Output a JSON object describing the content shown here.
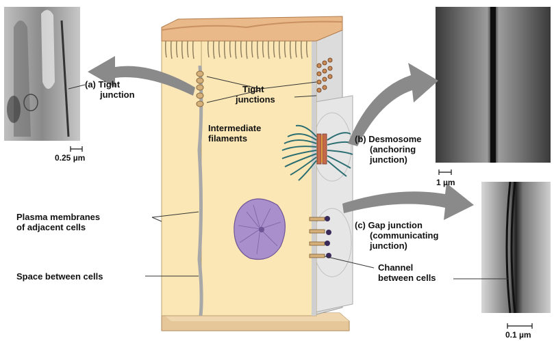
{
  "labels": {
    "tight_junction_micrograph": [
      "(a) Tight",
      "junction"
    ],
    "tight_junctions": [
      "Tight",
      "junctions"
    ],
    "intermediate_filaments": [
      "Intermediate",
      "filaments"
    ],
    "desmosome": [
      "(b) Desmosome",
      "(anchoring",
      "junction)"
    ],
    "gap_junction": [
      "(c) Gap junction",
      "(communicating",
      "junction)"
    ],
    "plasma_membranes": [
      "Plasma membranes",
      "of adjacent cells"
    ],
    "space_between_cells": "Space between cells",
    "channel_between_cells": [
      "Channel",
      "between cells"
    ]
  },
  "scale_bars": {
    "tight_junction": "0.25 µm",
    "desmosome": "1 µm",
    "gap_junction": "0.1 µm"
  },
  "colors": {
    "cell_body": "#fbe7b5",
    "cell_side": "#dcdcdc",
    "cell_top": "#e9b98a",
    "base": "#e6c79a",
    "nucleus": "#a98fcb",
    "arrow": "#8a8a8a",
    "filament": "#2b6e72",
    "plaque": "#c46a4b"
  }
}
